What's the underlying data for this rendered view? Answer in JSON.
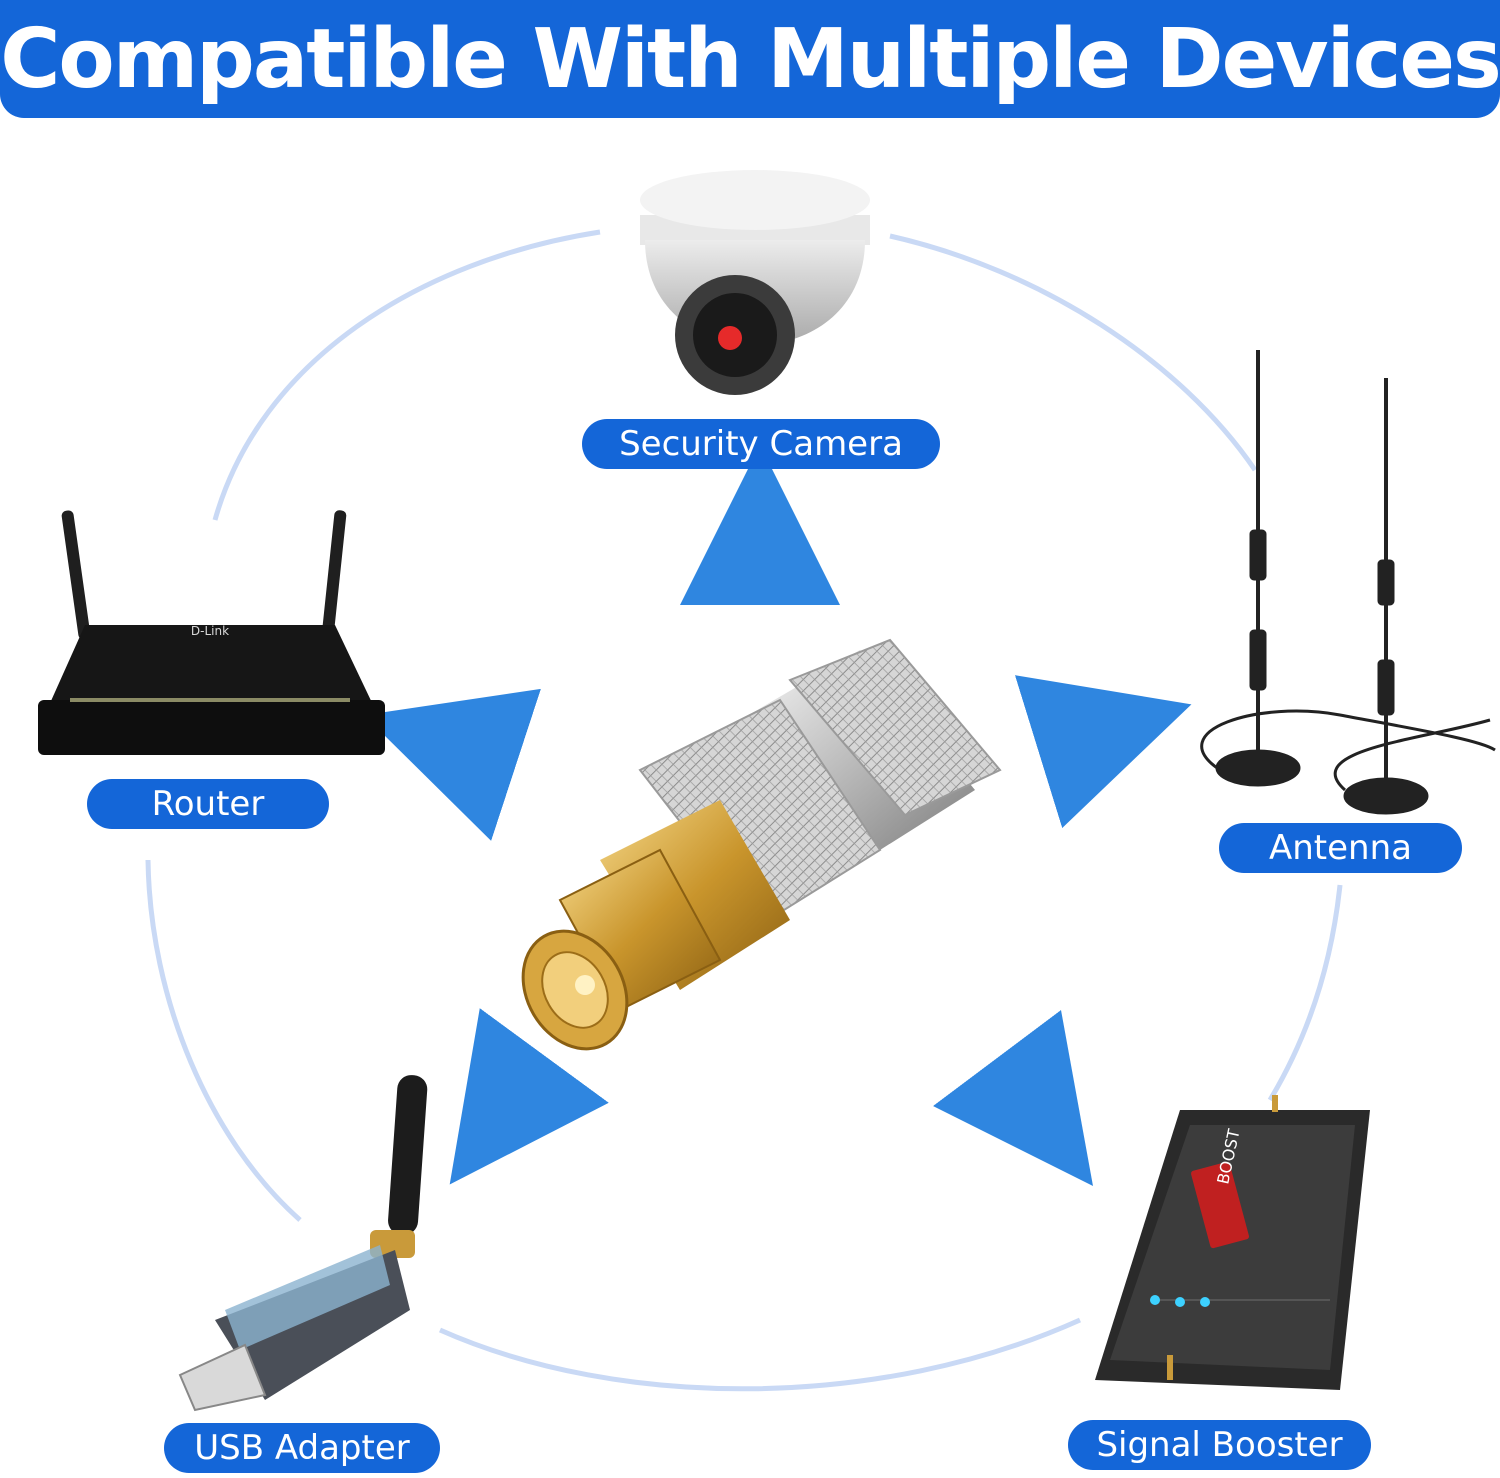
{
  "title": "Compatible With Multiple Devices",
  "devices": [
    {
      "id": "security-camera",
      "label": "Security Camera"
    },
    {
      "id": "router",
      "label": "Router"
    },
    {
      "id": "antenna",
      "label": "Antenna"
    },
    {
      "id": "usb-adapter",
      "label": "USB Adapter"
    },
    {
      "id": "signal-booster",
      "label": "Signal Booster"
    }
  ],
  "router_brand": "D-Link",
  "booster_brand": "BOOST",
  "colors": {
    "accent": "#1466d8",
    "ring": "#c9d9f5",
    "arrow": "#2f86e0"
  }
}
